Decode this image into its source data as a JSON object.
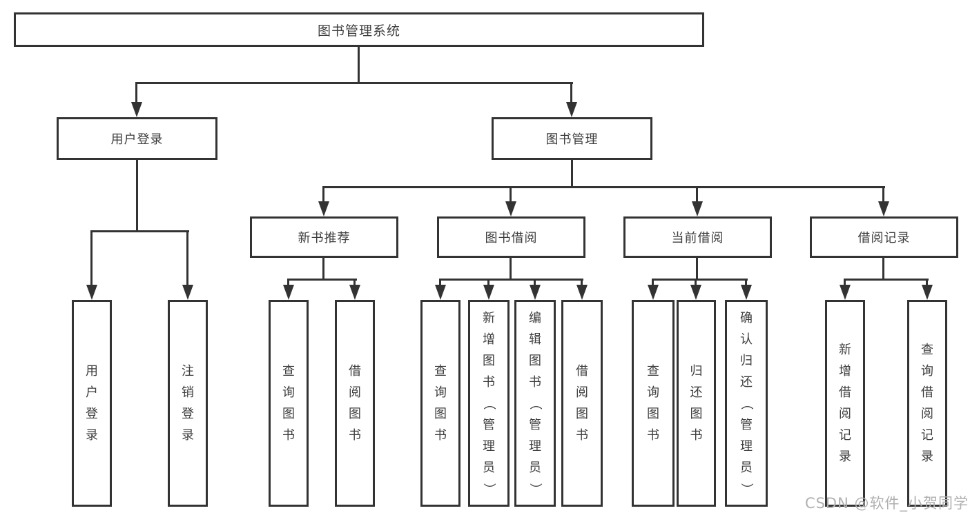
{
  "nodes": {
    "root": "图书管理系统",
    "user_login": "用户登录",
    "book_mgmt": "图书管理",
    "new_book_rec": "新书推荐",
    "book_borrow": "图书借阅",
    "current_borrow": "当前借阅",
    "borrow_records": "借阅记录",
    "leaf_user_login": "用户登录",
    "leaf_logout": "注销登录",
    "leaf_nb_query": "查询图书",
    "leaf_nb_borrow": "借阅图书",
    "leaf_bb_query": "查询图书",
    "leaf_bb_add": "新增图书（管理员）",
    "leaf_bb_edit": "编辑图书（管理员）",
    "leaf_bb_borrow": "借阅图书",
    "leaf_cb_query": "查询图书",
    "leaf_cb_return": "归还图书",
    "leaf_cb_confirm": "确认归还（管理员）",
    "leaf_br_add": "新增借阅记录",
    "leaf_br_query": "查询借阅记录"
  },
  "watermark": "CSDN @软件_小贺同学",
  "colors": {
    "line": "#333333",
    "text": "#3d3d3d",
    "watermark": "#b0b0b0",
    "background": "#ffffff"
  }
}
